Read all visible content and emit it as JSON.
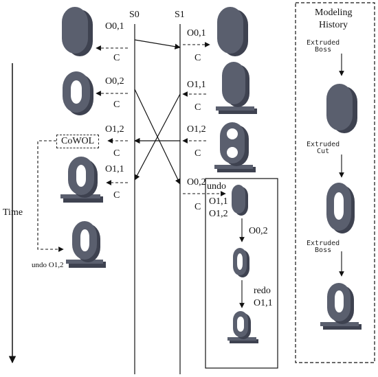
{
  "servers": {
    "s0": "S0",
    "s1": "S1"
  },
  "time_label": "Time",
  "cowol_label": "CoWOL",
  "left_ops": [
    {
      "op": "O0,1",
      "c": "C"
    },
    {
      "op": "O0,2",
      "c": "C"
    },
    {
      "op": "O1,2",
      "c": "C"
    },
    {
      "op": "O1,1",
      "c": "C"
    }
  ],
  "right_ops": [
    {
      "op": "O0,1",
      "c": "C"
    },
    {
      "op": "O1,1",
      "c": "C"
    },
    {
      "op": "O1,2",
      "c": "C"
    },
    {
      "op": "O0,2",
      "c": "C"
    }
  ],
  "undo_left": "undo O1,2",
  "undo_box": {
    "undo_label": "undo",
    "undo_ops": [
      "O1,1",
      "O1,2"
    ],
    "step1": "O0,2",
    "redo_label": "redo",
    "redo_op": "O1,1"
  },
  "history": {
    "title_line1": "Modeling",
    "title_line2": "History",
    "step1": "Extruded\nBoss",
    "step2": "Extruded\nCut",
    "step3": "Extruded\nBoss"
  },
  "colors": {
    "solid": "#5a5f6e",
    "solid_dark": "#3e4250",
    "solid_light": "#727787"
  }
}
